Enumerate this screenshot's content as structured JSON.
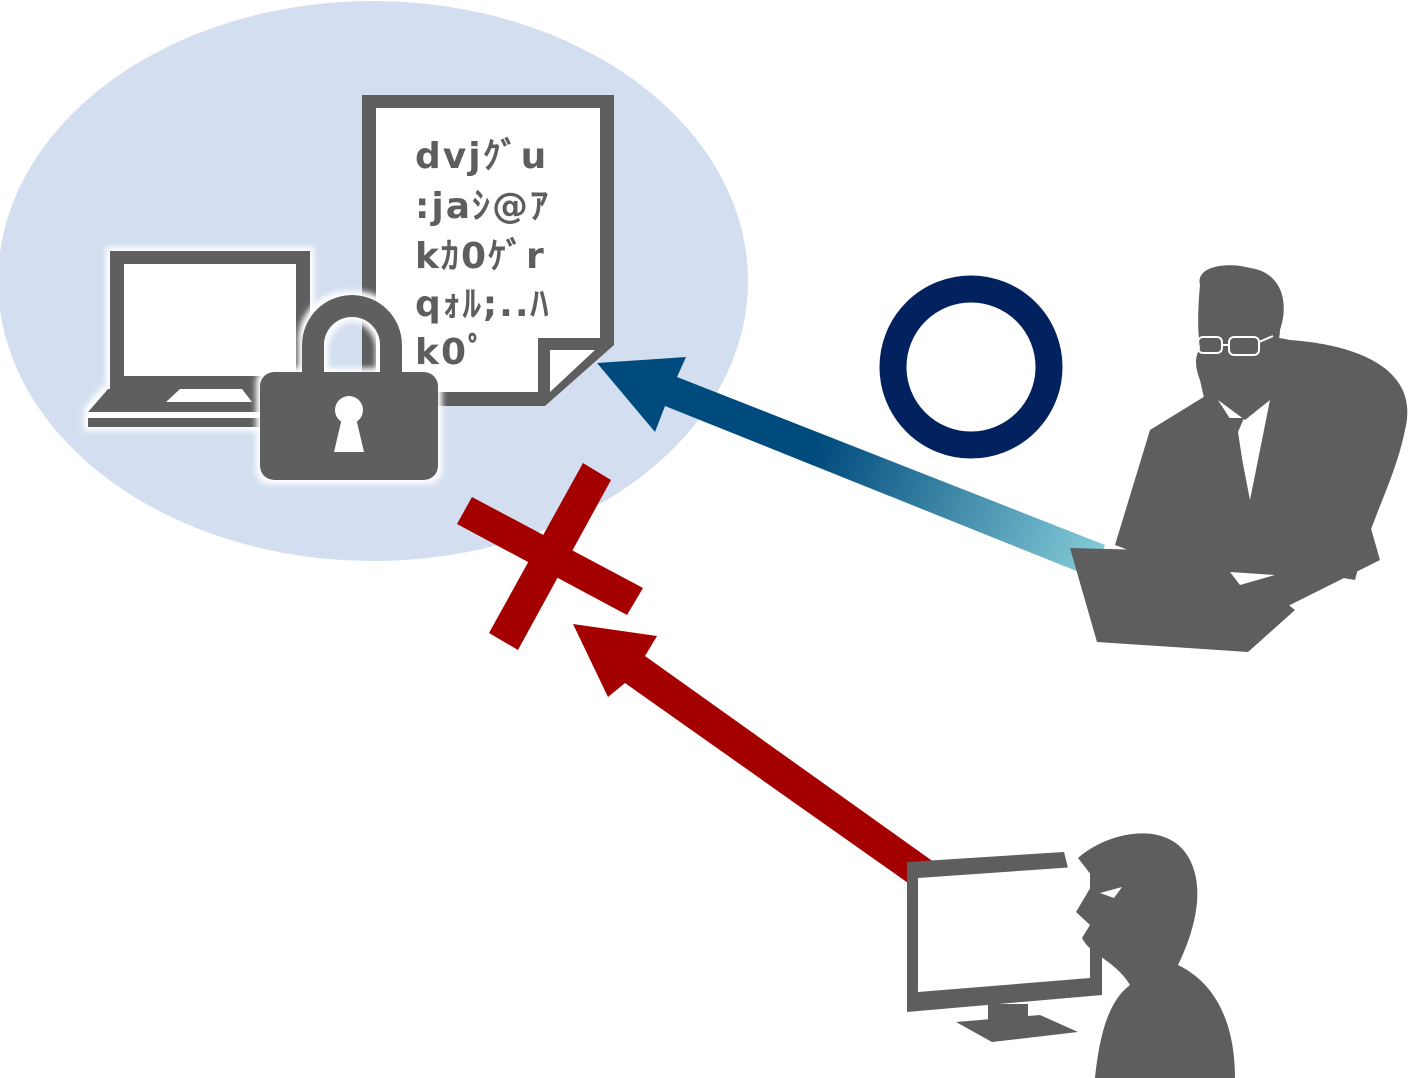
{
  "diagram": {
    "title": "Encrypted data: authorized access allowed, attacker access denied",
    "colors": {
      "ellipse": "#d3dff0",
      "icon_gray": "#5e5e5e",
      "ok_mark": "#02215f",
      "deny_mark": "#a50000",
      "arrow_allowed_start": "#004b7d",
      "arrow_allowed_end": "#86cdd9",
      "arrow_denied": "#a50000"
    },
    "encrypted_document": {
      "lines": [
        "dvjｸﾞu",
        ":jaｼ@ｱ",
        "kｶ0ｹﾞr",
        "qｫﾙ;..ﾊ",
        "k0ﾟ"
      ]
    },
    "nodes": {
      "protected": {
        "icons": [
          "laptop-icon",
          "padlock-icon",
          "encrypted-document-icon"
        ]
      },
      "authorized_user": {
        "icon": "businessman-with-laptop-icon",
        "status": "allowed",
        "mark": "circle"
      },
      "attacker": {
        "icon": "hacker-at-monitor-icon",
        "status": "denied",
        "mark": "cross"
      }
    }
  }
}
